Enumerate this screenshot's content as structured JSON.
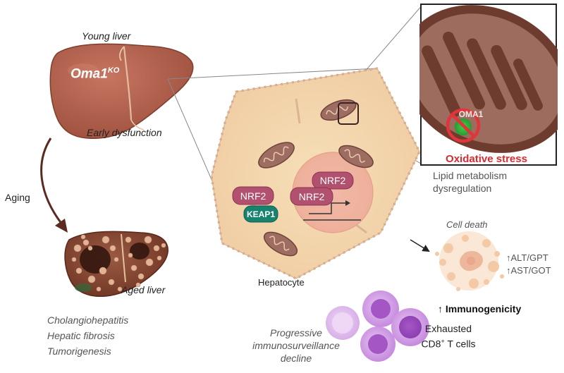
{
  "liver": {
    "young_label": "Young liver",
    "model_name": "Oma1",
    "model_superscript": "KO",
    "early_label": "Early dysfunction",
    "aging_label": "Aging",
    "aged_label": "Aged liver"
  },
  "pathologies": [
    "Cholangiohepatitis",
    "Hepatic fibrosis",
    "Tumorigenesis"
  ],
  "hepatocyte": {
    "label": "Hepatocyte",
    "nrf2_nucleus_top": "NRF2",
    "nrf2_nucleus_bottom": "NRF2",
    "nrf2_cytoplasm": "NRF2",
    "keap1": "KEAP1"
  },
  "mitochondrion": {
    "oma1_label": "OMA1",
    "stress_label": "Oxidative stress",
    "lipid_line1": "Lipid metabolism",
    "lipid_line2": "dysregulation"
  },
  "outcomes": {
    "cell_death": "Cell death",
    "alt": "↑ALT/GPT",
    "ast": "↑AST/GOT",
    "immunogenicity": "↑ Immunogenicity",
    "immuno_line1": "Progressive",
    "immuno_line2": "immunosurveillance",
    "immuno_line3": "decline",
    "tcell_line1": "Exhausted",
    "tcell_line2_main": "CD8",
    "tcell_line2_sup": "+",
    "tcell_line2_end": " T cells"
  },
  "colors": {
    "liver": "#b4604d",
    "liver_dark": "#8c4535",
    "hepatocyte": "#f9dcc4",
    "hepatocyte_border": "#d2a88c",
    "mito": "#9e6e63",
    "mito_dark": "#6e4339",
    "nrf2": "#b4506f",
    "keap1": "#16836e",
    "stress_red": "#d62b30",
    "tcell": "#c288d8"
  }
}
